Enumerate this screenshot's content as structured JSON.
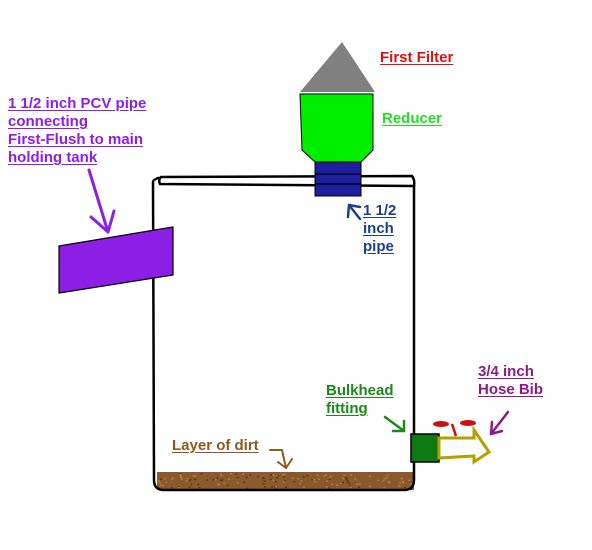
{
  "labels": {
    "first_filter": {
      "text": "First Filter",
      "color": "#e01010"
    },
    "reducer": {
      "text": "Reducer",
      "color": "#22dd22"
    },
    "pvc_pipe": {
      "lines": [
        "1 1/2 inch PCV pipe",
        "connecting",
        "First-Flush to main",
        "holding tank"
      ],
      "color": "#8c1ee6"
    },
    "inch_pipe": {
      "lines": [
        "1 1/2",
        "inch",
        "pipe"
      ],
      "color": "#1c3f8c"
    },
    "bulkhead": {
      "lines": [
        "Bulkhead",
        "fitting"
      ],
      "color": "#1a8a1a"
    },
    "hose_bib": {
      "lines": [
        "3/4 inch",
        "Hose Bib"
      ],
      "color": "#8c1a8c"
    },
    "dirt": {
      "text": "Layer of dirt",
      "color": "#8b5a1e"
    }
  },
  "colors": {
    "filter_cone": "#808080",
    "reducer_body": "#00ee00",
    "pipe": "#1e1ea0",
    "pcv_pipe": "#8c1ee6",
    "bulkhead_fitting": "#0f7a14",
    "hose_bib": "#b4a000",
    "valve_handle": "#cc1010",
    "dirt_layer": "#8b5a2b",
    "tank_outline": "#000000"
  }
}
